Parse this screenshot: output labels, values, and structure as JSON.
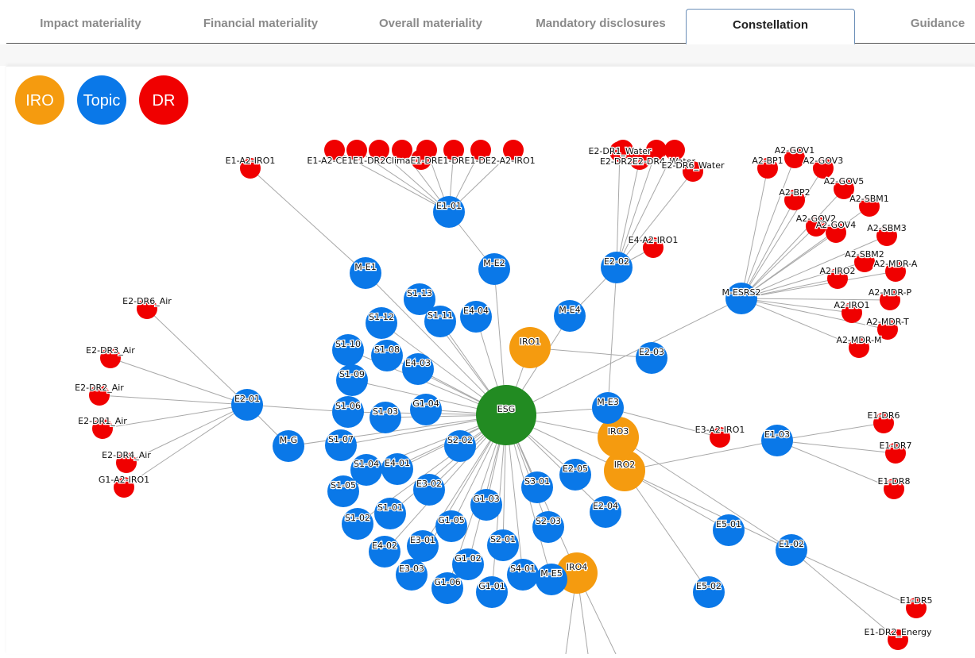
{
  "tabs": [
    {
      "label": "Impact materiality",
      "active": false
    },
    {
      "label": "Financial materiality",
      "active": false
    },
    {
      "label": "Overall materiality",
      "active": false
    },
    {
      "label": "Mandatory disclosures",
      "active": false
    },
    {
      "label": "Constellation",
      "active": true
    },
    {
      "label": "Guidance",
      "active": false
    }
  ],
  "legend": [
    {
      "label": "IRO",
      "color": "#f59b0f"
    },
    {
      "label": "Topic",
      "color": "#0a78e8"
    },
    {
      "label": "DR",
      "color": "#f00000"
    }
  ],
  "colors": {
    "root": "#228b22",
    "iro": "#f59b0f",
    "topic": "#0a78e8",
    "dr": "#f00000",
    "link": "#a8a8a8"
  },
  "graph": {
    "nodes": [
      {
        "id": "ESG",
        "type": "root"
      },
      {
        "id": "IRO1",
        "type": "iro"
      },
      {
        "id": "IRO2",
        "type": "iro"
      },
      {
        "id": "IRO3",
        "type": "iro"
      },
      {
        "id": "IRO4",
        "type": "iro"
      },
      {
        "id": "E1-01",
        "type": "topic"
      },
      {
        "id": "M-E1",
        "type": "topic"
      },
      {
        "id": "M-E2",
        "type": "topic"
      },
      {
        "id": "E2-02",
        "type": "topic"
      },
      {
        "id": "M-E4",
        "type": "topic"
      },
      {
        "id": "M-ESRS2",
        "type": "topic"
      },
      {
        "id": "E2-03",
        "type": "topic"
      },
      {
        "id": "M-E3",
        "type": "topic"
      },
      {
        "id": "E1-03",
        "type": "topic"
      },
      {
        "id": "E2-01",
        "type": "topic"
      },
      {
        "id": "M-G",
        "type": "topic"
      },
      {
        "id": "S1-13",
        "type": "topic"
      },
      {
        "id": "S1-11",
        "type": "topic"
      },
      {
        "id": "E4-04",
        "type": "topic"
      },
      {
        "id": "S1-12",
        "type": "topic"
      },
      {
        "id": "S1-10",
        "type": "topic"
      },
      {
        "id": "S1-08",
        "type": "topic"
      },
      {
        "id": "E4-03",
        "type": "topic"
      },
      {
        "id": "S1-09",
        "type": "topic"
      },
      {
        "id": "S1-06",
        "type": "topic"
      },
      {
        "id": "S1-03",
        "type": "topic"
      },
      {
        "id": "G1-04",
        "type": "topic"
      },
      {
        "id": "S1-07",
        "type": "topic"
      },
      {
        "id": "S2-02",
        "type": "topic"
      },
      {
        "id": "S1-04",
        "type": "topic"
      },
      {
        "id": "E4-01",
        "type": "topic"
      },
      {
        "id": "S1-05",
        "type": "topic"
      },
      {
        "id": "E3-02",
        "type": "topic"
      },
      {
        "id": "S1-01",
        "type": "topic"
      },
      {
        "id": "G1-03",
        "type": "topic"
      },
      {
        "id": "S1-02",
        "type": "topic"
      },
      {
        "id": "G1-05",
        "type": "topic"
      },
      {
        "id": "E4-02",
        "type": "topic"
      },
      {
        "id": "E3-01",
        "type": "topic"
      },
      {
        "id": "S2-01",
        "type": "topic"
      },
      {
        "id": "E3-03",
        "type": "topic"
      },
      {
        "id": "G1-02",
        "type": "topic"
      },
      {
        "id": "G1-06",
        "type": "topic"
      },
      {
        "id": "G1-01",
        "type": "topic"
      },
      {
        "id": "S4-01",
        "type": "topic"
      },
      {
        "id": "M-E5",
        "type": "topic"
      },
      {
        "id": "S3-01",
        "type": "topic"
      },
      {
        "id": "S2-03",
        "type": "topic"
      },
      {
        "id": "E2-05",
        "type": "topic"
      },
      {
        "id": "E2-04",
        "type": "topic"
      },
      {
        "id": "E5-01",
        "type": "topic"
      },
      {
        "id": "E1-02",
        "type": "topic"
      },
      {
        "id": "E5-02",
        "type": "topic"
      },
      {
        "id": "E1-A2-IRO1",
        "type": "dr"
      },
      {
        "id": "E1-A2-CE1E1-DR2ClimaE1-DRE1-DRE1-DE2-A2-IRO1",
        "type": "dr"
      },
      {
        "id": "E2-DR1_Water",
        "type": "dr"
      },
      {
        "id": "E2-DR2E2-DR4_Water",
        "type": "dr"
      },
      {
        "id": "E2-DR6_Water",
        "type": "dr"
      },
      {
        "id": "E4-A2-IRO1",
        "type": "dr"
      },
      {
        "id": "A2-GOV1",
        "type": "dr"
      },
      {
        "id": "A2-BP1",
        "type": "dr"
      },
      {
        "id": "A2-GOV3",
        "type": "dr"
      },
      {
        "id": "A2-GOV5",
        "type": "dr"
      },
      {
        "id": "A2-BP2",
        "type": "dr"
      },
      {
        "id": "A2-SBM1",
        "type": "dr"
      },
      {
        "id": "A2-GOV2",
        "type": "dr"
      },
      {
        "id": "A2-GOV4",
        "type": "dr"
      },
      {
        "id": "A2-SBM3",
        "type": "dr"
      },
      {
        "id": "A2-SBM2",
        "type": "dr"
      },
      {
        "id": "A2-MDR-A",
        "type": "dr"
      },
      {
        "id": "A2-IRO2",
        "type": "dr"
      },
      {
        "id": "A2-MDR-P",
        "type": "dr"
      },
      {
        "id": "A2-IRO1",
        "type": "dr"
      },
      {
        "id": "A2-MDR-T",
        "type": "dr"
      },
      {
        "id": "A2-MDR-M",
        "type": "dr"
      },
      {
        "id": "E2-DR6_Air",
        "type": "dr"
      },
      {
        "id": "E2-DR3_Air",
        "type": "dr"
      },
      {
        "id": "E2-DR2_Air",
        "type": "dr"
      },
      {
        "id": "E2-DR1_Air",
        "type": "dr"
      },
      {
        "id": "E2-DR4_Air",
        "type": "dr"
      },
      {
        "id": "G1-A2-IRO1",
        "type": "dr"
      },
      {
        "id": "E3-A2-IRO1",
        "type": "dr"
      },
      {
        "id": "E1-DR6",
        "type": "dr"
      },
      {
        "id": "E1-DR7",
        "type": "dr"
      },
      {
        "id": "E1-DR8",
        "type": "dr"
      },
      {
        "id": "E1-DR5",
        "type": "dr"
      },
      {
        "id": "E1-DR2_Energy",
        "type": "dr"
      }
    ]
  }
}
